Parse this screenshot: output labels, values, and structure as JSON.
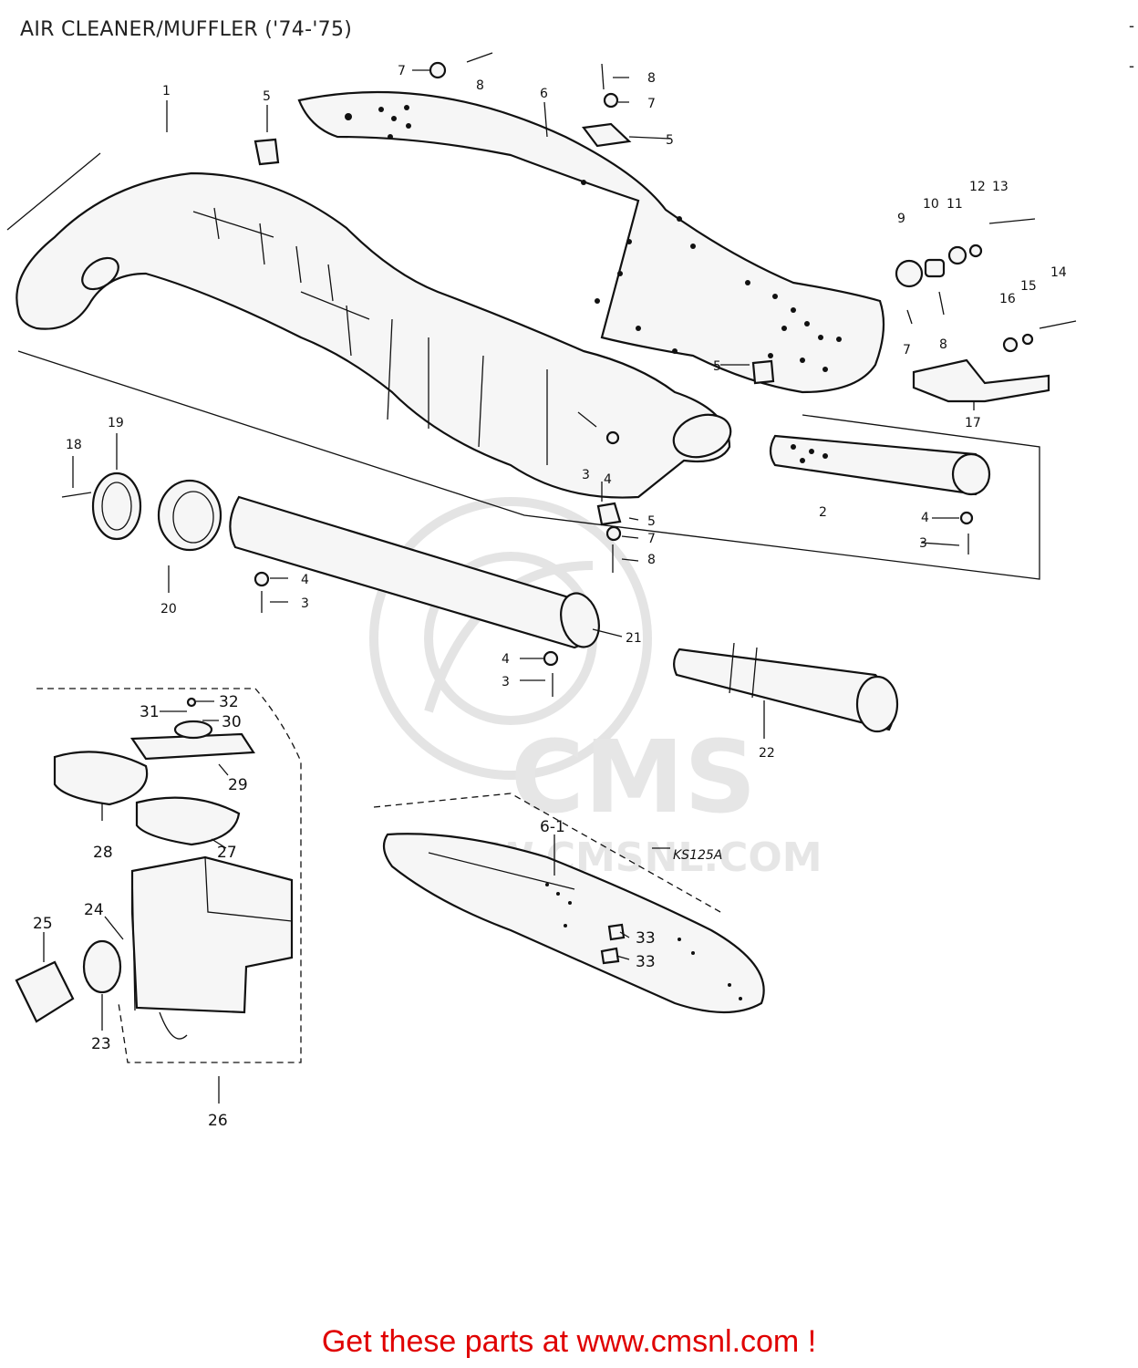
{
  "title": "AIR CLEANER/MUFFLER ('74-'75)",
  "footer": "Get these parts at www.cmsnl.com !",
  "watermark": {
    "brand": "CMS",
    "url": "WWW.CMSNL.COM"
  },
  "model_note": "KS125A",
  "callouts": {
    "c1": "1",
    "c2": "2",
    "c3a": "3",
    "c3b": "3",
    "c3c": "3",
    "c3d": "3",
    "c4a": "4",
    "c4b": "4",
    "c4c": "4",
    "c4d": "4",
    "c5a": "5",
    "c5b": "5",
    "c5c": "5",
    "c5d": "5",
    "c6": "6",
    "c61": "6-1",
    "c7a": "7",
    "c7b": "7",
    "c7c": "7",
    "c7d": "7",
    "c8a": "8",
    "c8b": "8",
    "c8c": "8",
    "c8d": "8",
    "c9": "9",
    "c10": "10",
    "c11": "11",
    "c12": "12",
    "c13": "13",
    "c14": "14",
    "c15": "15",
    "c16": "16",
    "c17": "17",
    "c18": "18",
    "c19": "19",
    "c20": "20",
    "c21": "21",
    "c22": "22",
    "c23": "23",
    "c24": "24",
    "c25": "25",
    "c26": "26",
    "c27": "27",
    "c28": "28",
    "c29": "29",
    "c30": "30",
    "c31": "31",
    "c32": "32",
    "c33a": "33",
    "c33b": "33"
  },
  "colors": {
    "footer": "#e00000",
    "line": "#111111",
    "watermark": "#e4e4e4"
  }
}
